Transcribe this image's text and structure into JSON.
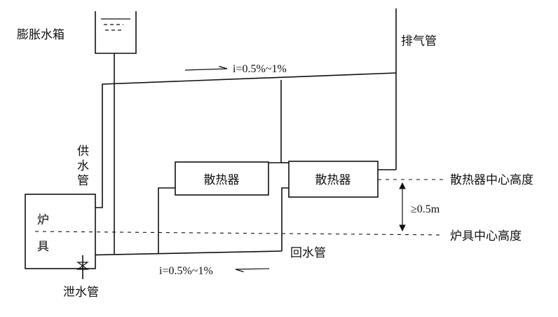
{
  "labels": {
    "expansion_tank": "膨胀水箱",
    "vent_pipe": "排气管",
    "supply_pipe": [
      "供",
      "水",
      "管"
    ],
    "radiator_left": "散热器",
    "radiator_right": "散热器",
    "boiler": [
      "炉",
      "具"
    ],
    "return_pipe": "回水管",
    "drain_pipe": "泄水管",
    "radiator_center_height": "散热器中心高度",
    "boiler_center_height": "炉具中心高度",
    "height_difference": "≥0.5m",
    "slope_top": "i=0.5%~1%",
    "slope_bottom": "i=0.5%~1%"
  }
}
